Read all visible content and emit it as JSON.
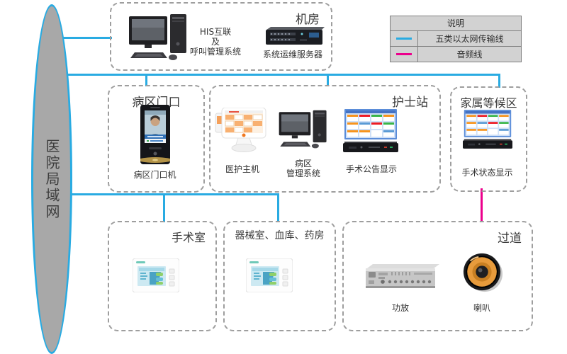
{
  "network": {
    "label": "医院局域网"
  },
  "legend": {
    "title": "说明",
    "ethernet": {
      "label": "五类以太网传输线",
      "color": "#29abe2"
    },
    "audio": {
      "label": "音频线",
      "color": "#ec008c"
    }
  },
  "zones": {
    "server_room": {
      "title": "机房",
      "his_label": "HIS互联\n及\n呼叫管理系统",
      "server_label": "系统运维服务器"
    },
    "ward_entrance": {
      "title": "病区门口",
      "device_label": "病区门口机"
    },
    "nurse_station": {
      "title": "护士站",
      "host_label": "医护主机",
      "pc_label": "病区\n管理系统",
      "display_label": "手术公告显示"
    },
    "family_waiting": {
      "title": "家属等候区",
      "display_label": "手术状态显示"
    },
    "operating_room": {
      "title": "手术室"
    },
    "equipment_room": {
      "title": "器械室、血库、药房"
    },
    "corridor": {
      "title": "过道",
      "amp_label": "功放",
      "speaker_label": "喇叭"
    }
  }
}
